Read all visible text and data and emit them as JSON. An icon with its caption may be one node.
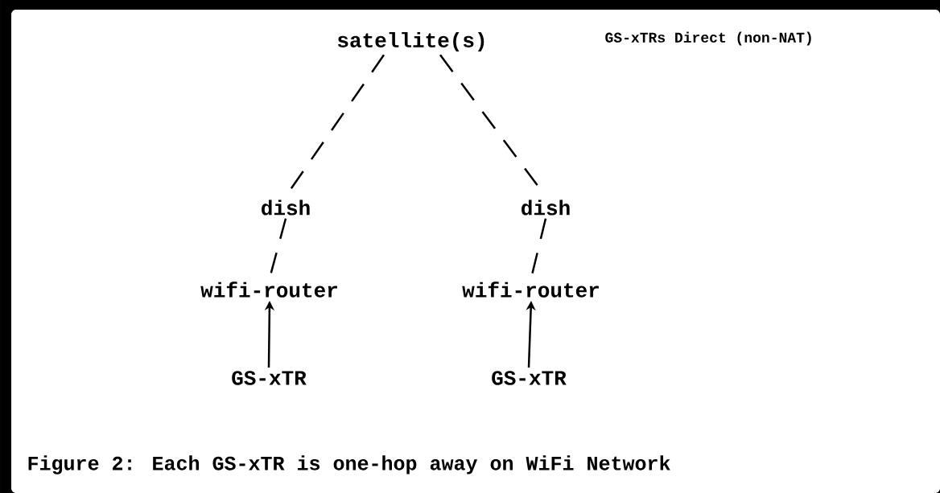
{
  "diagram": {
    "caption": "Figure 2: Each GS-xTR is one-hop away on WiFi Network",
    "nodes": [
      {
        "text": [
          "satellite(s)"
        ]
      },
      {
        "text": [
          "dish"
        ]
      },
      {
        "text": [
          "dish"
        ]
      },
      {
        "text": [
          "wifi-router"
        ]
      },
      {
        "text": [
          "wifi-router"
        ]
      },
      {
        "text": [
          "GS-xTR"
        ]
      },
      {
        "text": [
          "GS-xTR"
        ]
      }
    ],
    "edges": [
      {
        "from": 0,
        "to": 1,
        "arrow": "none",
        "style": "dashed"
      },
      {
        "from": 0,
        "to": 2,
        "arrow": "none",
        "style": "dashed"
      },
      {
        "from": 1,
        "to": 3,
        "arrow": "none",
        "style": "dashed"
      },
      {
        "from": 2,
        "to": 4,
        "arrow": "none",
        "style": "dashed"
      },
      {
        "from": 5,
        "to": 3,
        "arrow": "to"
      },
      {
        "from": 6,
        "to": 4,
        "arrow": "to"
      }
    ],
    "labels": [
      "GS-xTRs Direct (non-NAT)"
    ]
  }
}
